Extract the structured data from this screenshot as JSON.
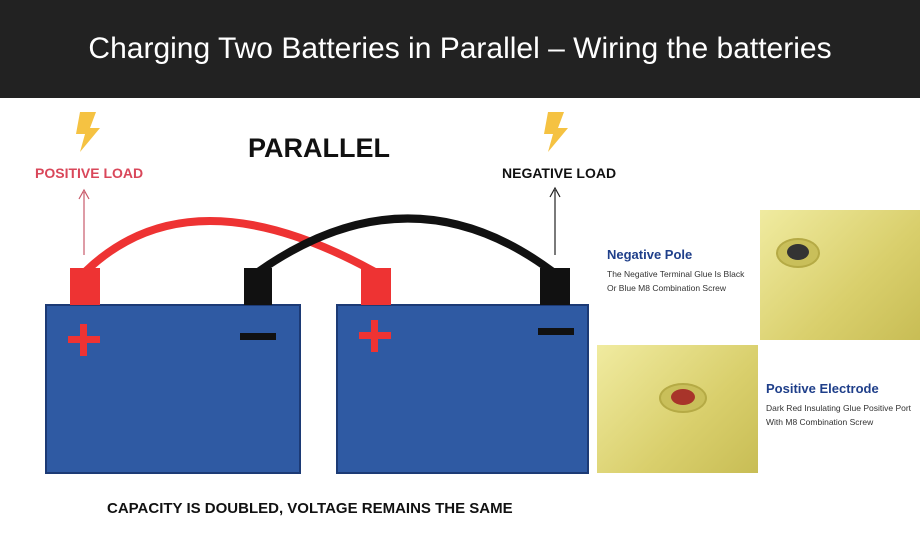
{
  "header": {
    "title": "Charging Two Batteries in Parallel – Wiring the batteries"
  },
  "diagram": {
    "title": "PARALLEL",
    "positive_load": "POSITIVE LOAD",
    "negative_load": "NEGATIVE LOAD",
    "plus_symbol": "+",
    "caption": "CAPACITY IS DOUBLED, VOLTAGE REMAINS THE SAME",
    "colors": {
      "battery": "#2f5aa3",
      "positive": "#ee3333",
      "negative": "#111111",
      "bolt": "#f5c242"
    }
  },
  "photos": {
    "negative": {
      "heading": "Negative Pole",
      "line1": "The Negative Terminal Glue Is Black",
      "line2": "Or Blue M8 Combination Screw"
    },
    "positive": {
      "heading": "Positive Electrode",
      "line1": "Dark Red Insulating Glue Positive Port",
      "line2": "With M8 Combination Screw"
    }
  }
}
